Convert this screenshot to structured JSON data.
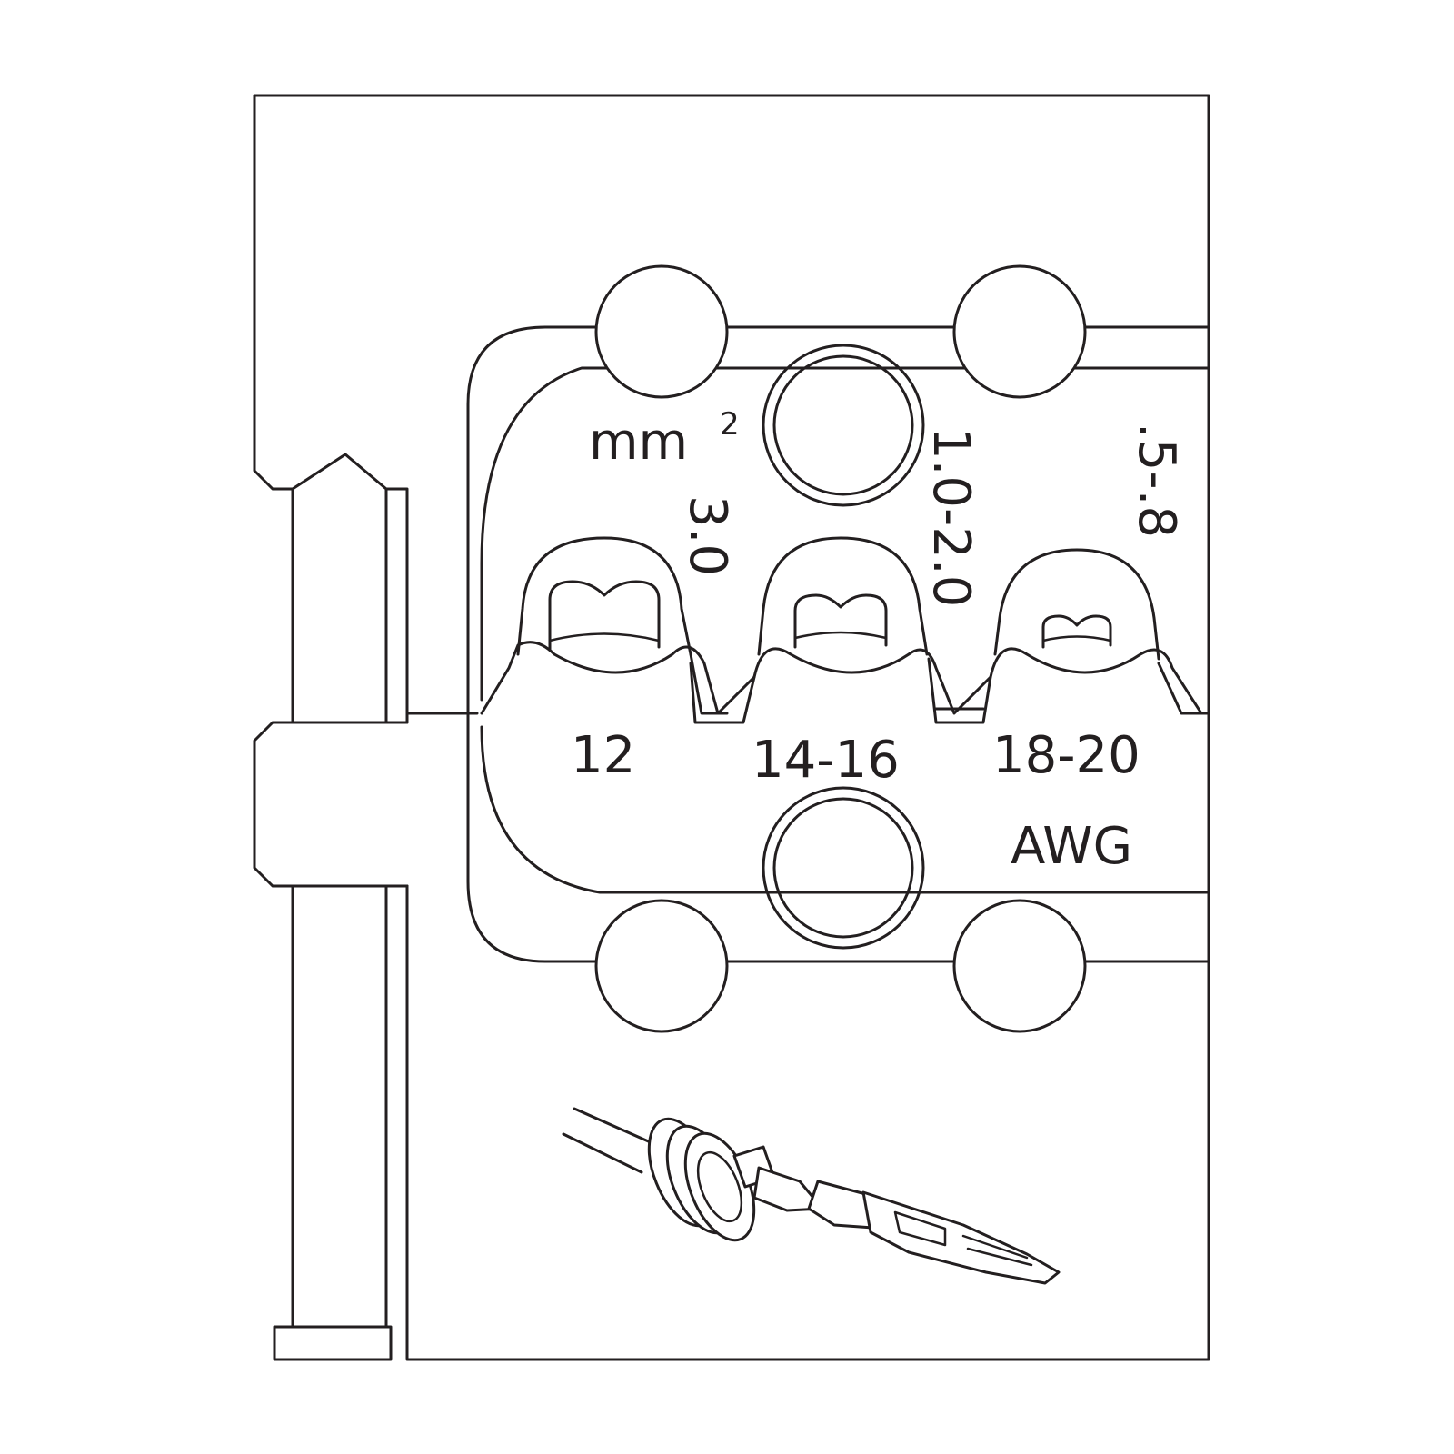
{
  "colors": {
    "line": "#231f20",
    "background": "#ffffff"
  },
  "labels": {
    "unit_mm": "mm",
    "unit_sup": "2",
    "awg": "AWG"
  },
  "cavities": [
    {
      "mm2": "3.0",
      "awg": "12"
    },
    {
      "mm2": "1.0-2.0",
      "awg": "14-16"
    },
    {
      "mm2": ".5-.8",
      "awg": "18-20"
    }
  ],
  "illustration": {
    "icon": "crimp-contact-with-wire-icon"
  }
}
